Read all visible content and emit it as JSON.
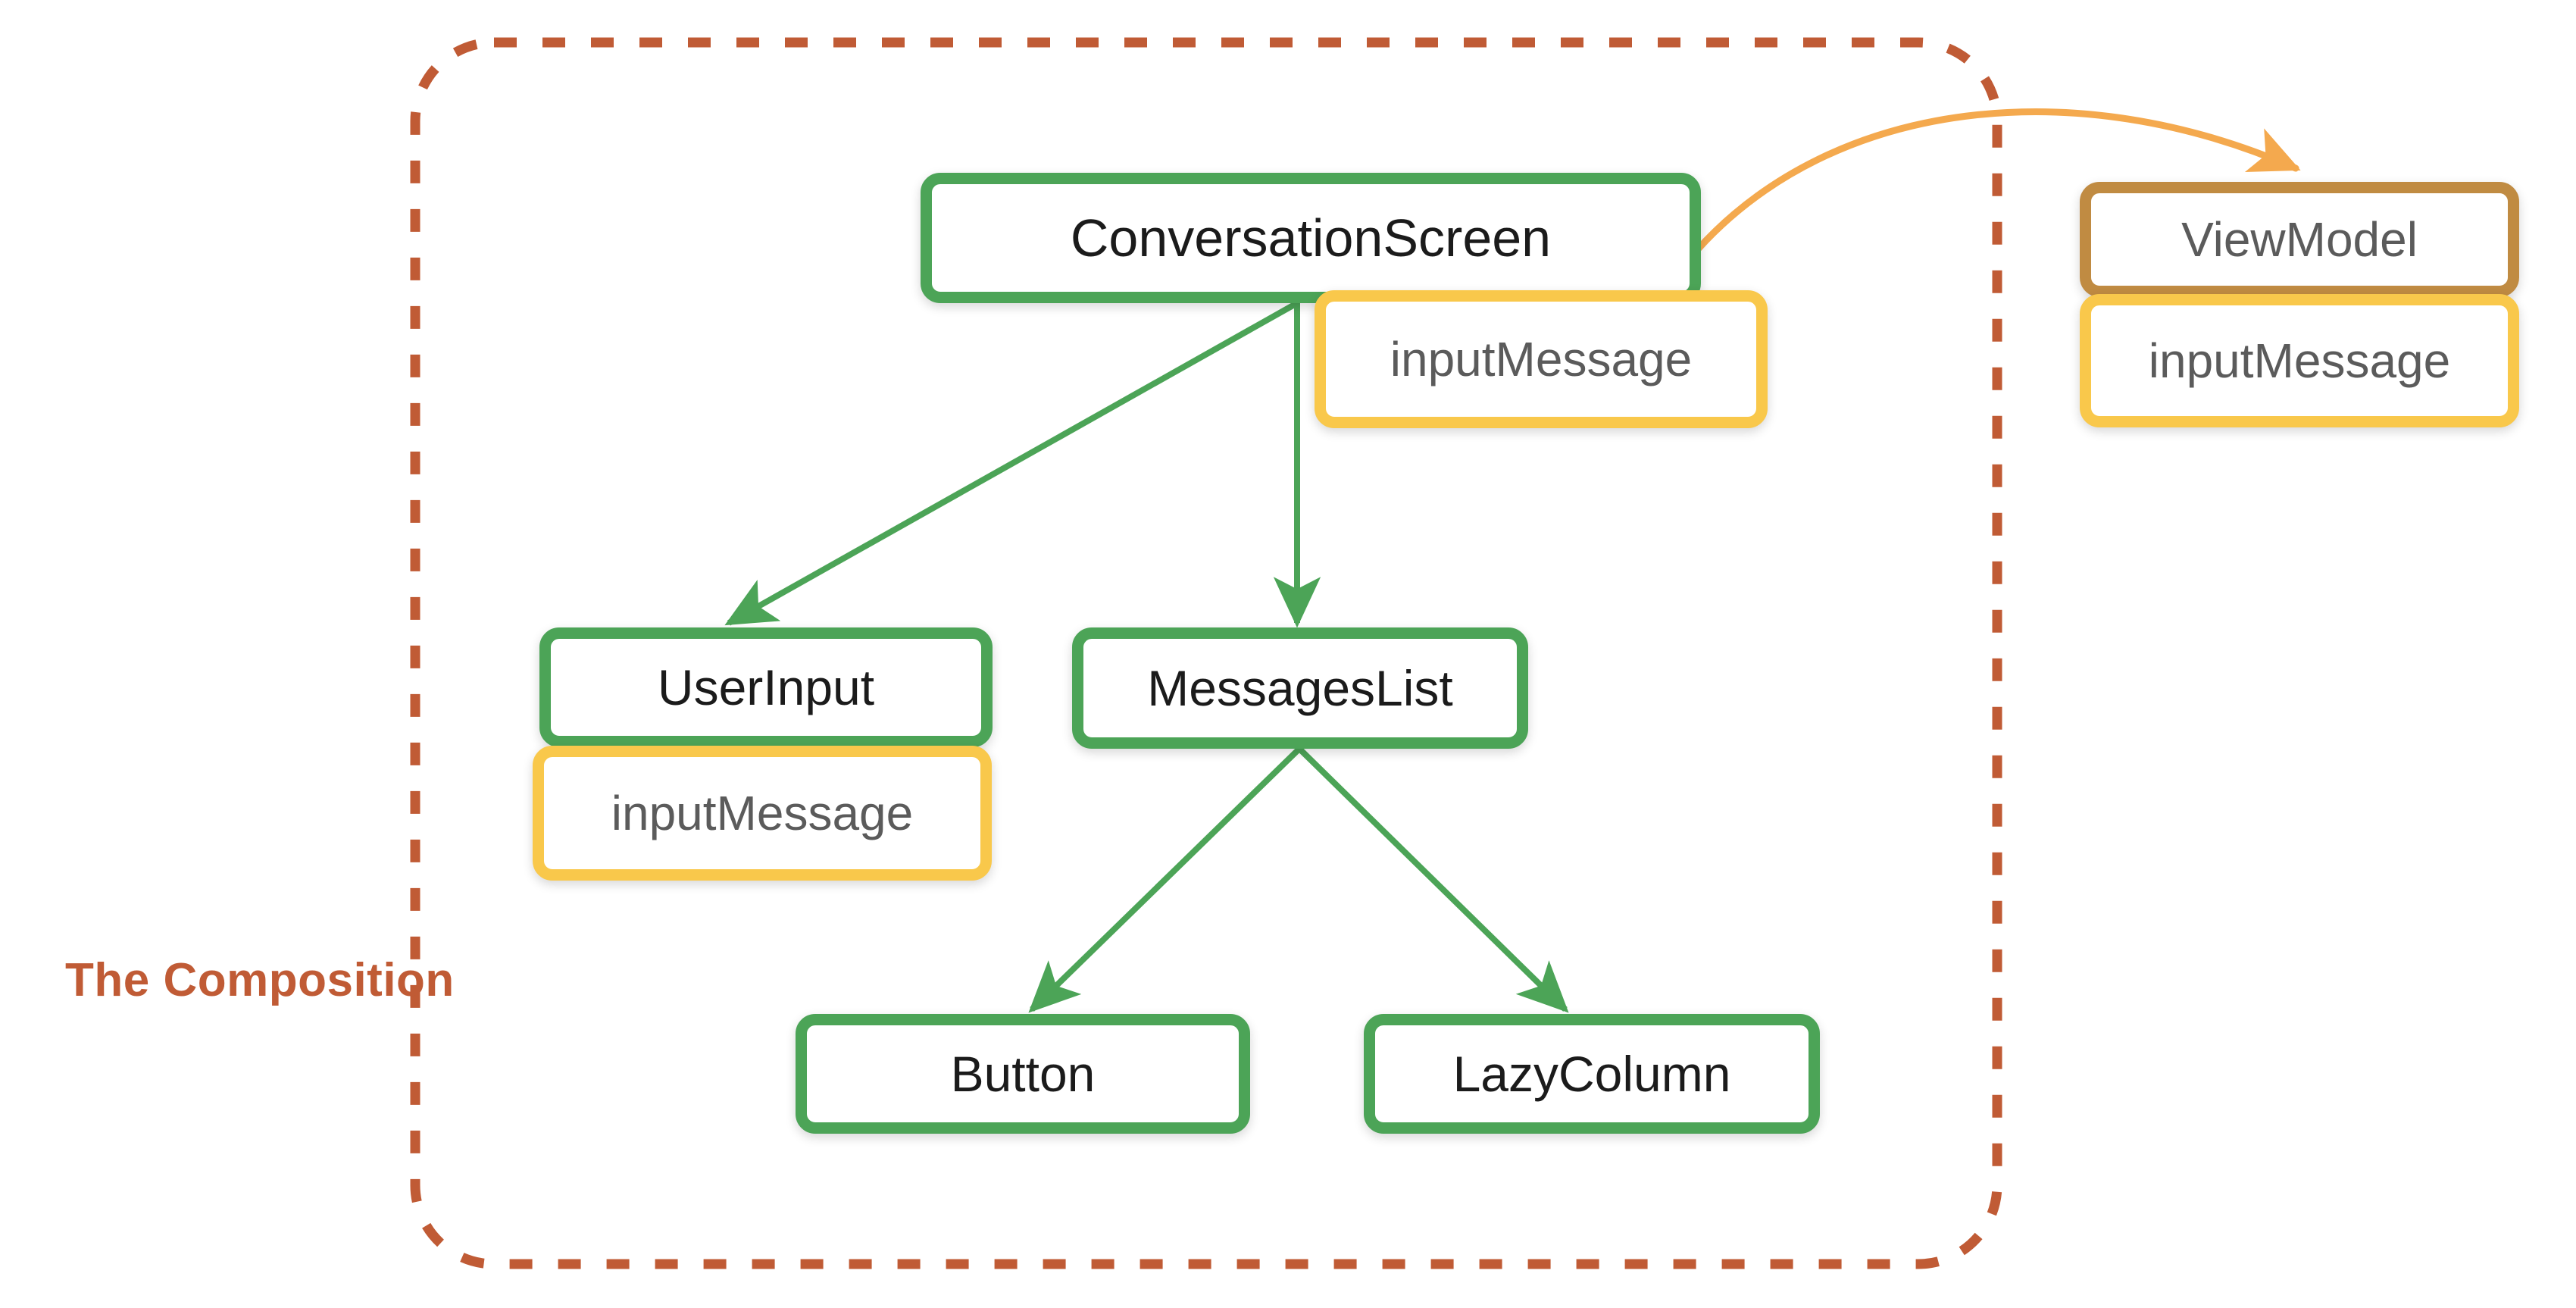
{
  "diagram": {
    "title": "The Composition",
    "boundary": {
      "label": "The Composition",
      "style": "dashed",
      "color": "#C05B35"
    },
    "colors": {
      "composable_border": "#4CA457",
      "state_border": "#F9C84B",
      "viewmodel_border": "#C08B42",
      "boundary_dashed": "#C05B35",
      "state_flow_arrow": "#F4A94E",
      "composition_arrow": "#4CA457",
      "node_text_dark": "#1b1b1b",
      "node_text_gray": "#5b5b5b",
      "background": "#FFFFFF"
    },
    "nodes": [
      {
        "id": "conversation-screen",
        "label": "ConversationScreen",
        "kind": "composable",
        "inside_composition": true
      },
      {
        "id": "conversation-screen-state",
        "label": "inputMessage",
        "kind": "state",
        "inside_composition": true
      },
      {
        "id": "view-model",
        "label": "ViewModel",
        "kind": "viewmodel",
        "inside_composition": false
      },
      {
        "id": "view-model-state",
        "label": "inputMessage",
        "kind": "state",
        "inside_composition": false
      },
      {
        "id": "user-input",
        "label": "UserInput",
        "kind": "composable",
        "inside_composition": true
      },
      {
        "id": "user-input-state",
        "label": "inputMessage",
        "kind": "state",
        "inside_composition": true
      },
      {
        "id": "messages-list",
        "label": "MessagesList",
        "kind": "composable",
        "inside_composition": true
      },
      {
        "id": "button",
        "label": "Button",
        "kind": "composable",
        "inside_composition": true
      },
      {
        "id": "lazy-column",
        "label": "LazyColumn",
        "kind": "composable",
        "inside_composition": true
      }
    ],
    "edges": [
      {
        "from": "conversation-screen",
        "to": "user-input",
        "kind": "composition",
        "color": "#4CA457"
      },
      {
        "from": "conversation-screen",
        "to": "messages-list",
        "kind": "composition",
        "color": "#4CA457"
      },
      {
        "from": "messages-list",
        "to": "button",
        "kind": "composition",
        "color": "#4CA457"
      },
      {
        "from": "messages-list",
        "to": "lazy-column",
        "kind": "composition",
        "color": "#4CA457"
      },
      {
        "from": "conversation-screen",
        "to": "view-model",
        "kind": "state-hoist",
        "color": "#F4A94E"
      }
    ]
  }
}
